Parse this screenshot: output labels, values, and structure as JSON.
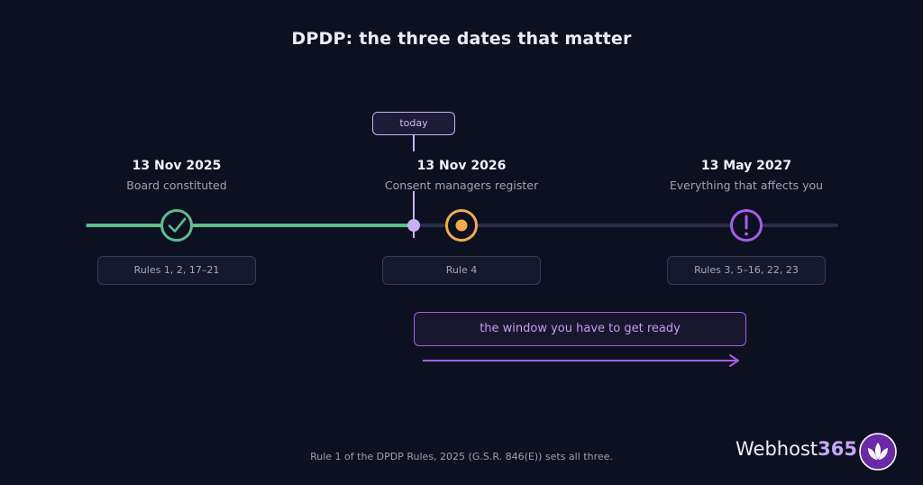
{
  "title": "DPDP: the three dates that matter",
  "today_label": "today",
  "milestones": [
    {
      "date": "13 Nov 2025",
      "description": "Board constituted",
      "rules": "Rules 1, 2, 17–21",
      "status": "done",
      "icon": "check-icon",
      "color": "#58c08a"
    },
    {
      "date": "13 Nov 2026",
      "description": "Consent managers register",
      "rules": "Rule 4",
      "status": "upcoming",
      "icon": "dot-icon",
      "color": "#f0ad45"
    },
    {
      "date": "13 May 2027",
      "description": "Everything that affects you",
      "rules": "Rules 3, 5–16, 22, 23",
      "status": "final",
      "icon": "exclamation-icon",
      "color": "#a65eea"
    }
  ],
  "window_label": "the window you have to get ready",
  "footer_note": "Rule 1 of the DPDP Rules, 2025 (G.S.R. 846(E)) sets all three.",
  "brand": {
    "name": "Webhost",
    "number": "365"
  },
  "colors": {
    "background": "#0c1020",
    "progress": "#58c08a",
    "track": "#2a2f48",
    "today": "#c9b0f5",
    "window": "#a460e8"
  }
}
